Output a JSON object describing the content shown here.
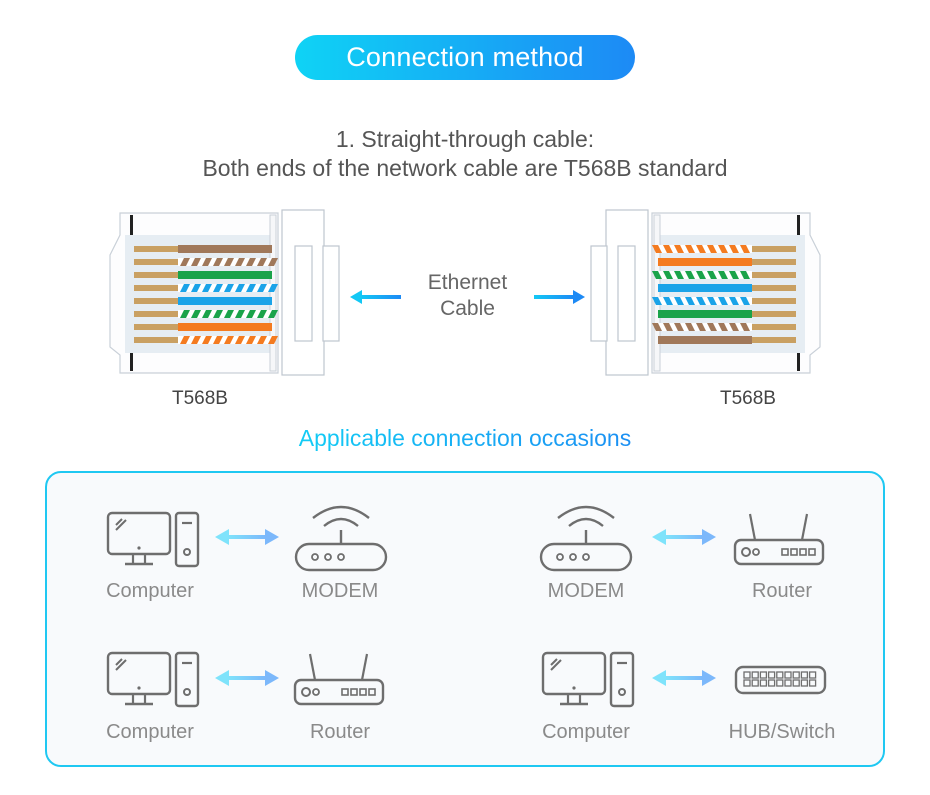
{
  "header": {
    "title": "Connection method"
  },
  "section1": {
    "line1": "1. Straight-through cable:",
    "line2": "Both ends of the network cable are T568B standard"
  },
  "connectors": {
    "left_label": "T568B",
    "right_label": "T568B",
    "cable_label_line1": "Ethernet",
    "cable_label_line2": "Cable",
    "wire_order_left_top_to_bottom": [
      "brown",
      "white-brown",
      "green",
      "white-blue",
      "blue",
      "white-green",
      "orange",
      "white-orange"
    ],
    "wire_order_right_top_to_bottom": [
      "white-orange",
      "orange",
      "white-green",
      "blue",
      "white-blue",
      "green",
      "white-brown",
      "brown"
    ],
    "colors": {
      "brown": "#a0785a",
      "green": "#1aa34a",
      "blue": "#1aa3e8",
      "orange": "#f47b20",
      "pin": "#c9a062",
      "arrow": "#1a9cf0"
    }
  },
  "occasions": {
    "title": "Applicable connection occasions",
    "pairs": [
      {
        "left": {
          "icon": "computer-icon",
          "label": "Computer"
        },
        "right": {
          "icon": "modem-icon",
          "label": "MODEM"
        }
      },
      {
        "left": {
          "icon": "modem-icon",
          "label": "MODEM"
        },
        "right": {
          "icon": "router-icon",
          "label": "Router"
        }
      },
      {
        "left": {
          "icon": "computer-icon",
          "label": "Computer"
        },
        "right": {
          "icon": "router-icon",
          "label": "Router"
        }
      },
      {
        "left": {
          "icon": "computer-icon",
          "label": "Computer"
        },
        "right": {
          "icon": "switch-icon",
          "label": "HUB/Switch"
        }
      }
    ]
  },
  "theme": {
    "accent_start": "#0fd3f5",
    "accent_end": "#1d8af5",
    "icon_gray": "#6e6e6e",
    "label_gray": "#8a8a8a"
  }
}
